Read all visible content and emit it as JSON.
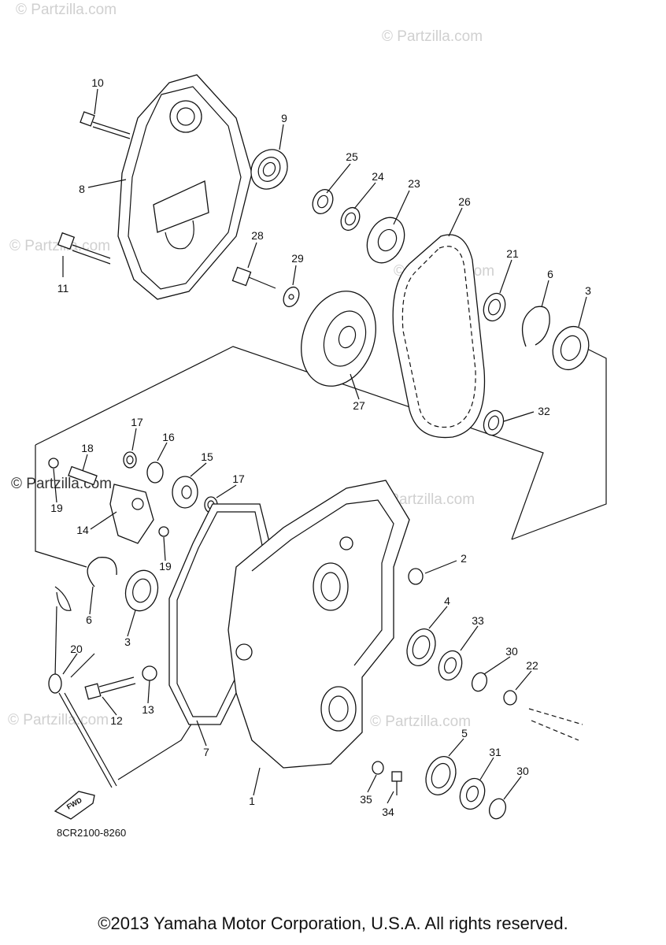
{
  "diagram": {
    "watermark_text": "© Partzilla.com",
    "part_code": "8CR2100-8260",
    "fwd_label": "FWD",
    "callouts": [
      {
        "label": "10"
      },
      {
        "label": "9"
      },
      {
        "label": "8"
      },
      {
        "label": "25"
      },
      {
        "label": "24"
      },
      {
        "label": "23"
      },
      {
        "label": "26"
      },
      {
        "label": "28"
      },
      {
        "label": "29"
      },
      {
        "label": "11"
      },
      {
        "label": "21"
      },
      {
        "label": "6"
      },
      {
        "label": "3"
      },
      {
        "label": "27"
      },
      {
        "label": "32"
      },
      {
        "label": "17"
      },
      {
        "label": "16"
      },
      {
        "label": "18"
      },
      {
        "label": "15"
      },
      {
        "label": "17"
      },
      {
        "label": "19"
      },
      {
        "label": "14"
      },
      {
        "label": "19"
      },
      {
        "label": "2"
      },
      {
        "label": "6"
      },
      {
        "label": "3"
      },
      {
        "label": "4"
      },
      {
        "label": "33"
      },
      {
        "label": "30"
      },
      {
        "label": "22"
      },
      {
        "label": "20"
      },
      {
        "label": "12"
      },
      {
        "label": "13"
      },
      {
        "label": "7"
      },
      {
        "label": "5"
      },
      {
        "label": "31"
      },
      {
        "label": "30"
      },
      {
        "label": "1"
      },
      {
        "label": "35"
      },
      {
        "label": "34"
      }
    ]
  },
  "footer": {
    "copyright": "©2013 Yamaha Motor Corporation, U.S.A. All rights reserved."
  }
}
